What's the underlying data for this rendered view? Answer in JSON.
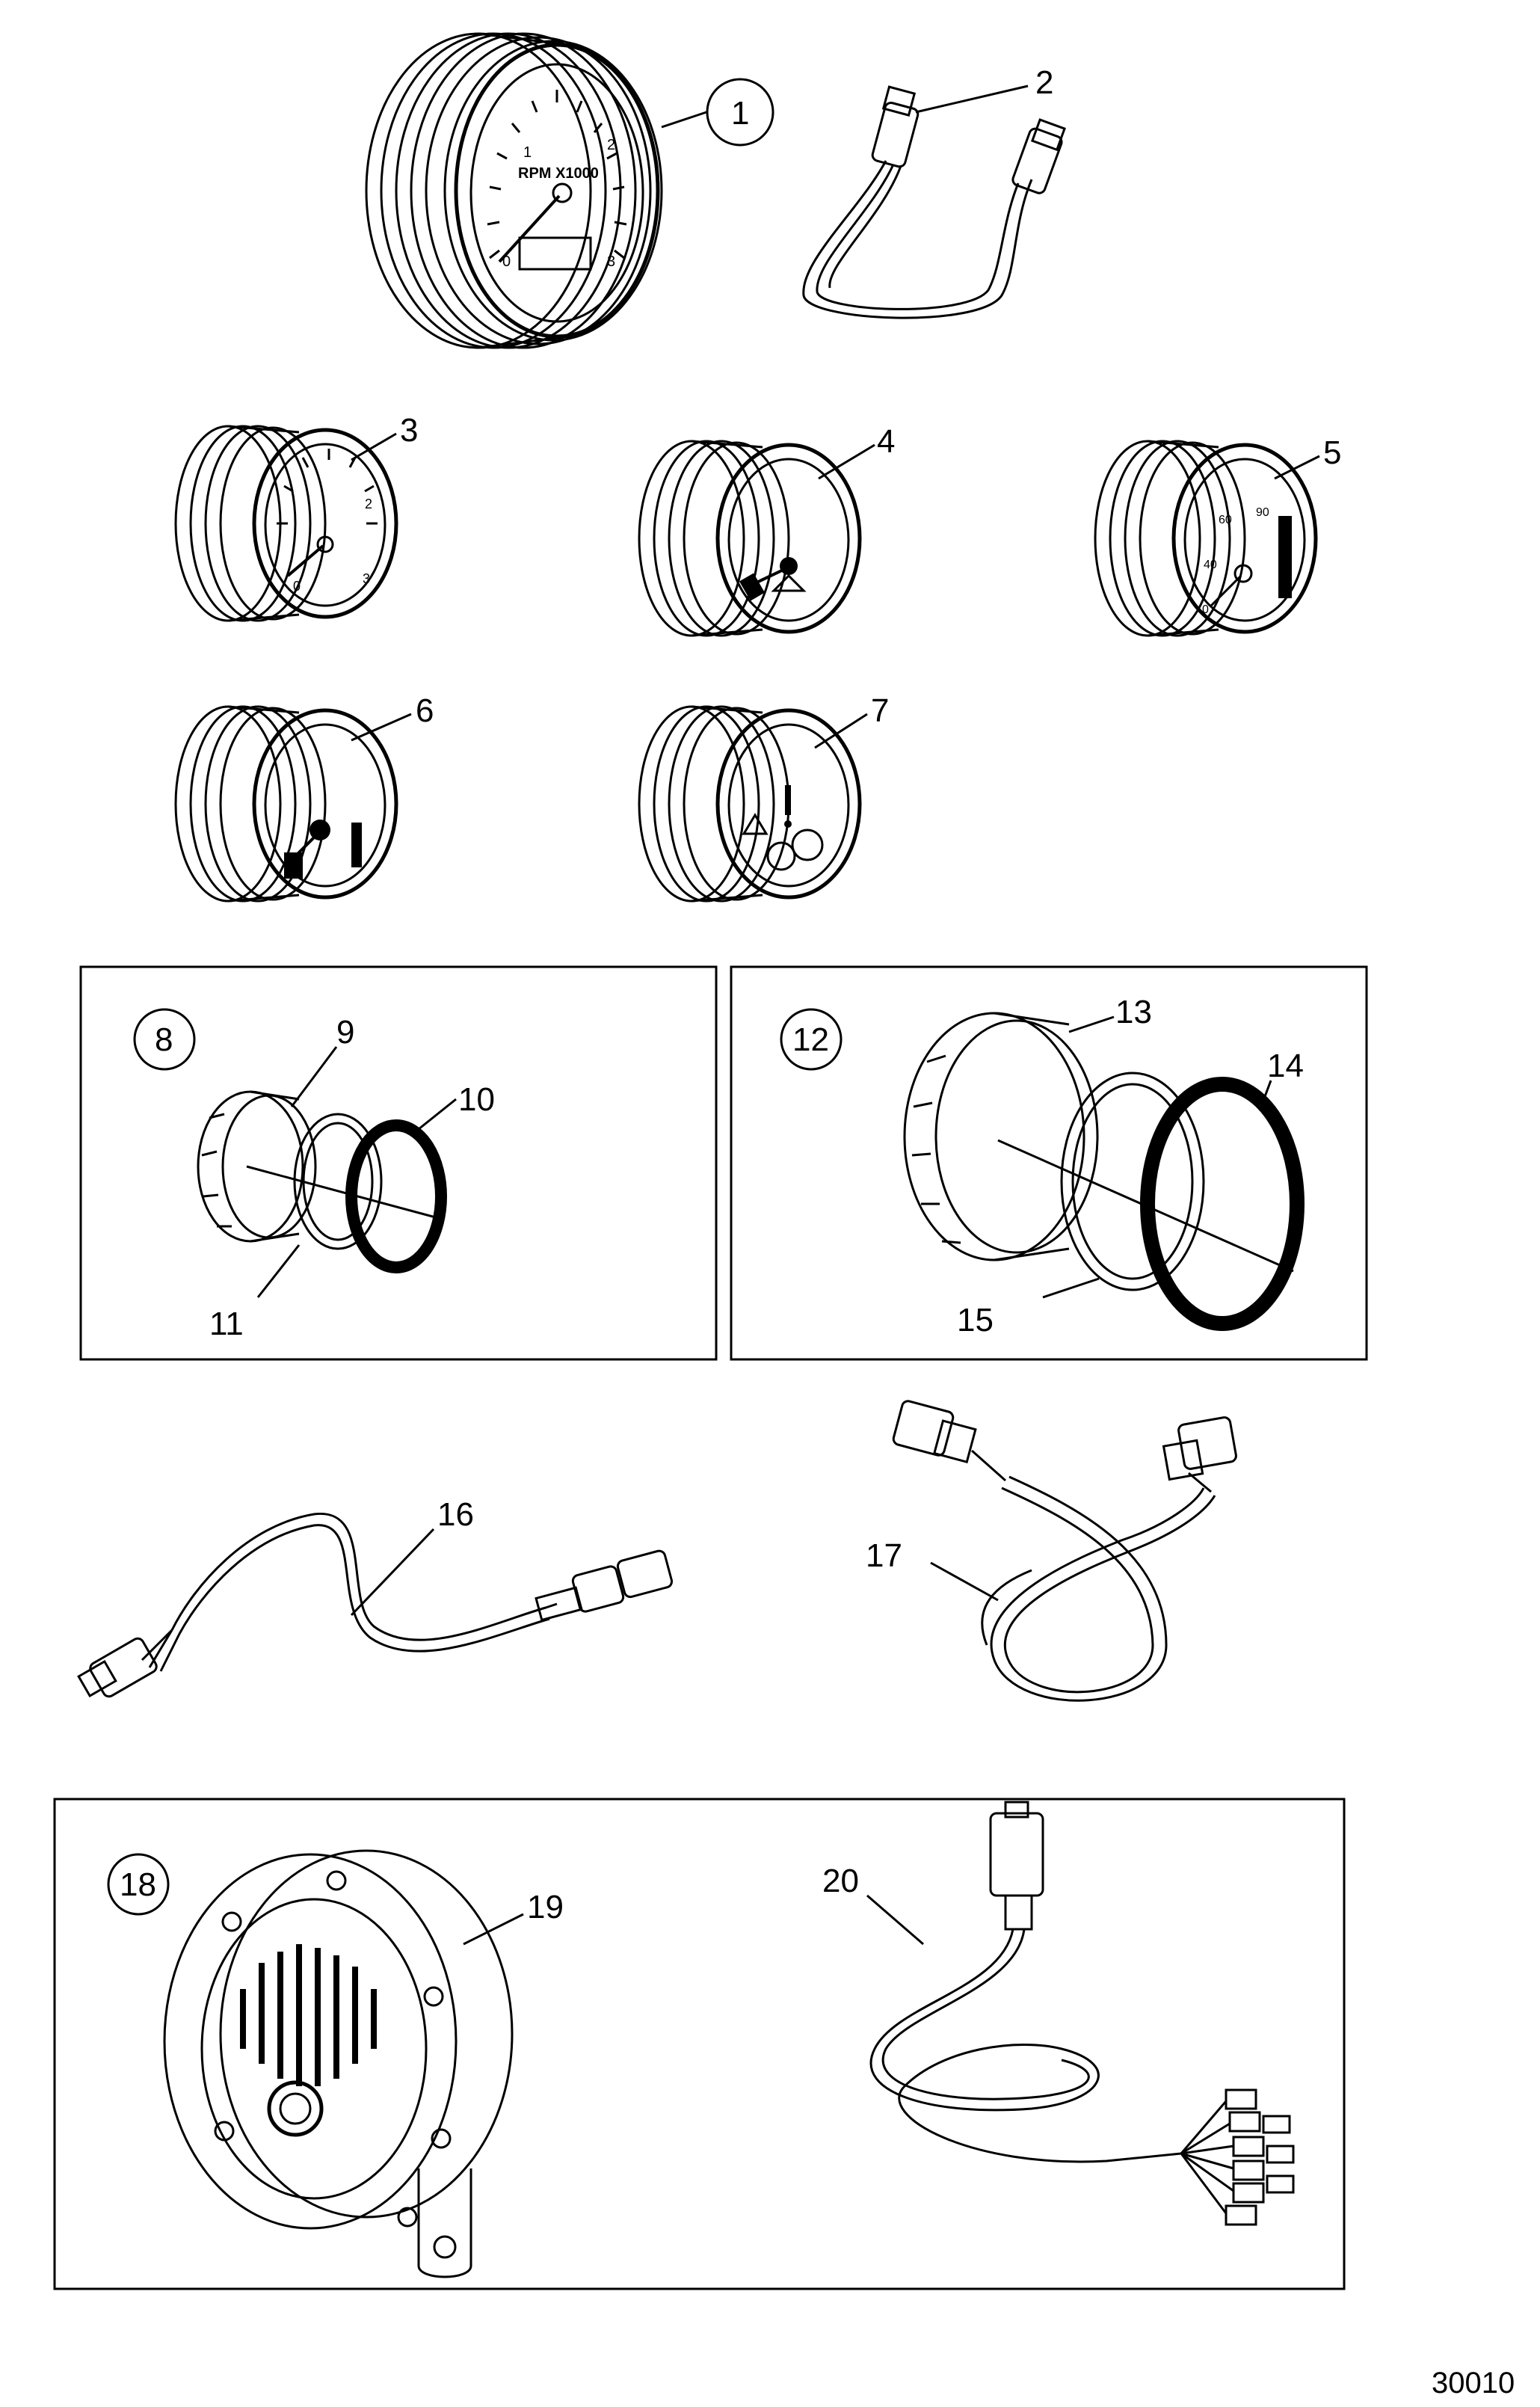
{
  "callouts": {
    "c1": "1",
    "c2": "2",
    "c3": "3",
    "c4": "4",
    "c5": "5",
    "c6": "6",
    "c7": "7",
    "c8": "8",
    "c9": "9",
    "c10": "10",
    "c11": "11",
    "c12": "12",
    "c13": "13",
    "c14": "14",
    "c15": "15",
    "c16": "16",
    "c17": "17",
    "c18": "18",
    "c19": "19",
    "c20": "20"
  },
  "tachometer": {
    "unit_label": "RPM X1000",
    "ticks": [
      "0",
      "1",
      "2",
      "3"
    ]
  },
  "gauge5_ticks": [
    "0",
    "40",
    "60",
    "90"
  ],
  "figure_number": "30010"
}
